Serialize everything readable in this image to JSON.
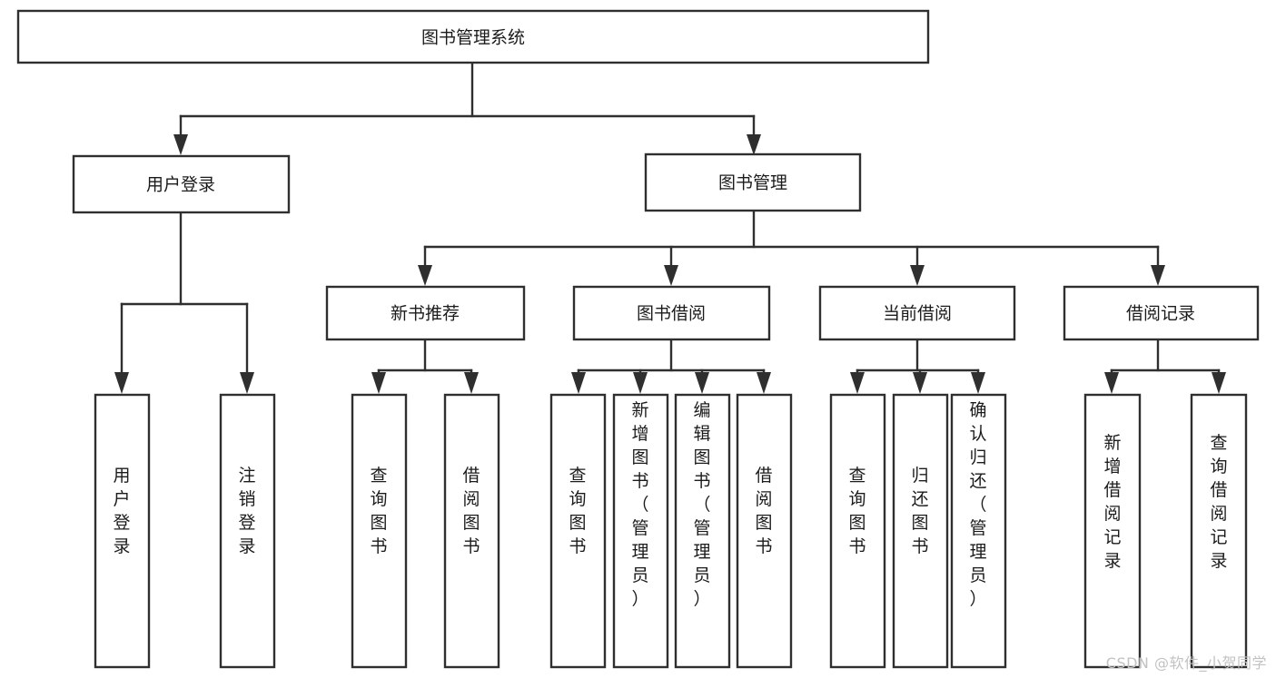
{
  "diagram": {
    "type": "tree",
    "title": "图书管理系统",
    "watermark": "CSDN @软件_小贺同学",
    "colors": {
      "stroke": "#2f2f2f",
      "fill": "#ffffff",
      "text": "#1b1b1b",
      "watermark": "#c2c2c2",
      "background": "#ffffff"
    },
    "nodes": {
      "root": {
        "label": "图书管理系统"
      },
      "level1": [
        {
          "id": "user-login",
          "label": "用户登录"
        },
        {
          "id": "book-management",
          "label": "图书管理"
        }
      ],
      "level2": [
        {
          "id": "new-book-recommend",
          "label": "新书推荐"
        },
        {
          "id": "book-borrow",
          "label": "图书借阅"
        },
        {
          "id": "current-borrow",
          "label": "当前借阅"
        },
        {
          "id": "borrow-record",
          "label": "借阅记录"
        }
      ],
      "leaves": {
        "user-login": [
          {
            "id": "leaf-user-login",
            "label": "用户登录"
          },
          {
            "id": "leaf-logout-login",
            "label": "注销登录"
          }
        ],
        "new-book-recommend": [
          {
            "id": "leaf-query-book-1",
            "label": "查询图书"
          },
          {
            "id": "leaf-borrow-book-1",
            "label": "借阅图书"
          }
        ],
        "book-borrow": [
          {
            "id": "leaf-query-book-2",
            "label": "查询图书"
          },
          {
            "id": "leaf-add-book",
            "label": "新增图书（管理员）"
          },
          {
            "id": "leaf-edit-book",
            "label": "编辑图书（管理员）"
          },
          {
            "id": "leaf-borrow-book-2",
            "label": "借阅图书"
          }
        ],
        "current-borrow": [
          {
            "id": "leaf-query-book-3",
            "label": "查询图书"
          },
          {
            "id": "leaf-return-book",
            "label": "归还图书"
          },
          {
            "id": "leaf-confirm-return",
            "label": "确认归还（管理员）"
          }
        ],
        "borrow-record": [
          {
            "id": "leaf-add-record",
            "label": "新增借阅记录"
          },
          {
            "id": "leaf-query-record",
            "label": "查询借阅记录"
          }
        ]
      }
    }
  }
}
